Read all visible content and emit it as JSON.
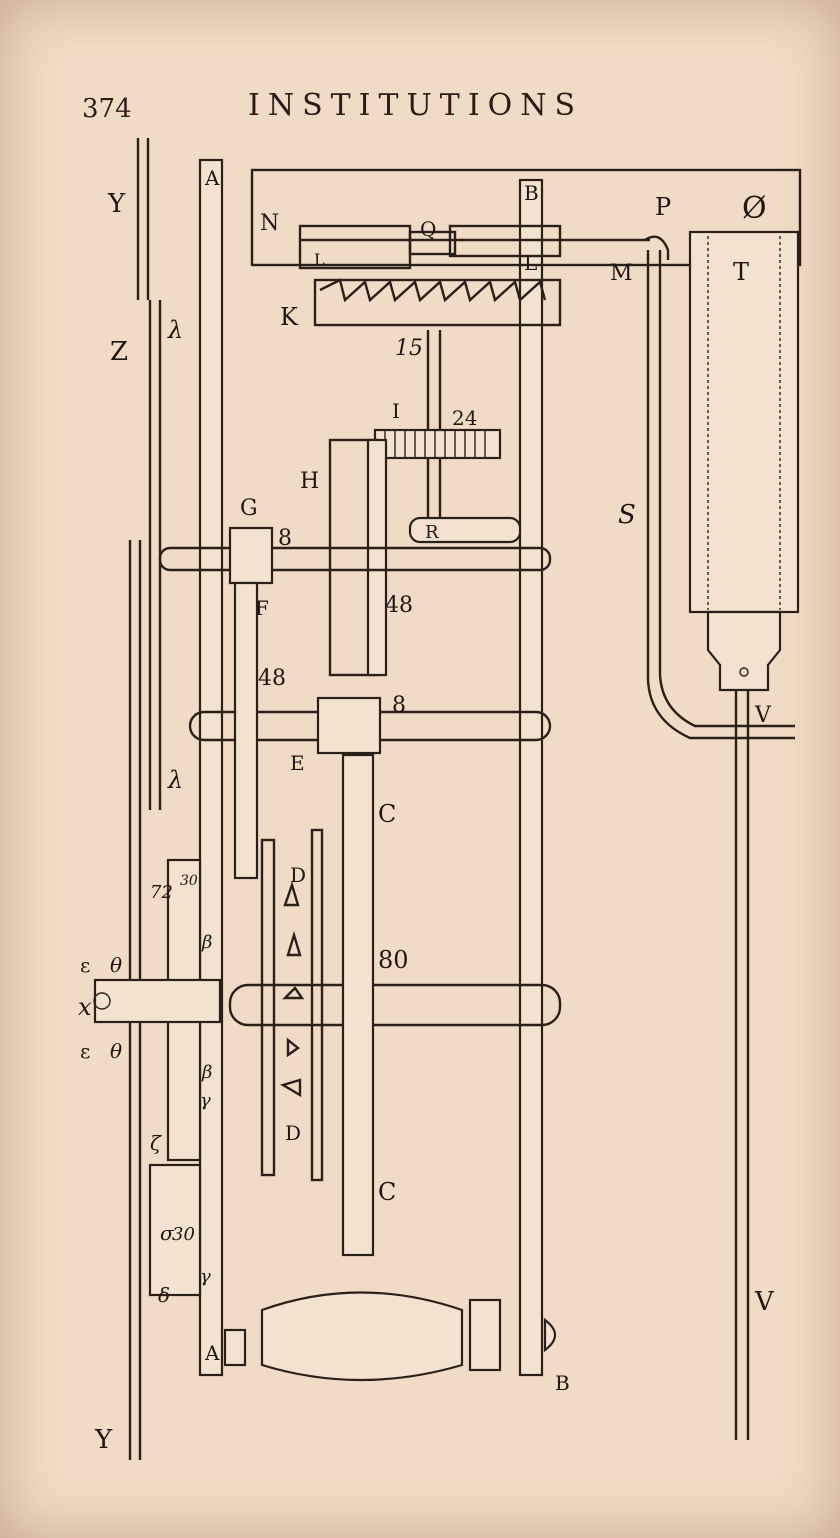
{
  "header": {
    "page_number": "374",
    "title": "INSTITUTIONS"
  },
  "labels": {
    "A_top": "A",
    "A_bottom": "A",
    "B_top": "B",
    "B_bottom": "B",
    "C_upper": "C",
    "C_lower": "C",
    "D_upper": "D",
    "D_lower": "D",
    "E": "E",
    "F": "F",
    "G": "G",
    "H": "H",
    "I": "I",
    "K": "K",
    "L_left": "L",
    "L_right": "L",
    "M": "M",
    "N": "N",
    "P": "P",
    "Q": "Q",
    "R": "R",
    "S": "S",
    "T": "T",
    "V_upper": "V",
    "V_lower": "V",
    "Y_top": "Y",
    "Y_bottom": "Y",
    "Z": "Z",
    "lambda_upper": "λ",
    "lambda_lower": "λ",
    "beta_upper": "β",
    "beta_lower": "β",
    "gamma_upper": "γ",
    "gamma_lower": "γ",
    "epsilon_upper": "ε",
    "epsilon_lower": "ε",
    "theta_upper": "θ",
    "theta_lower": "θ",
    "zeta": "ζ",
    "sigma": "σ",
    "delta": "δ",
    "x": "x",
    "num_15": "15",
    "num_24": "24",
    "num_8_G": "8",
    "num_48_H": "48",
    "num_48_F": "48",
    "num_8_E": "8",
    "num_80": "80",
    "num_72": "72",
    "num_30_top": "30",
    "num_30_bottom": "30",
    "phi": "Ø"
  }
}
